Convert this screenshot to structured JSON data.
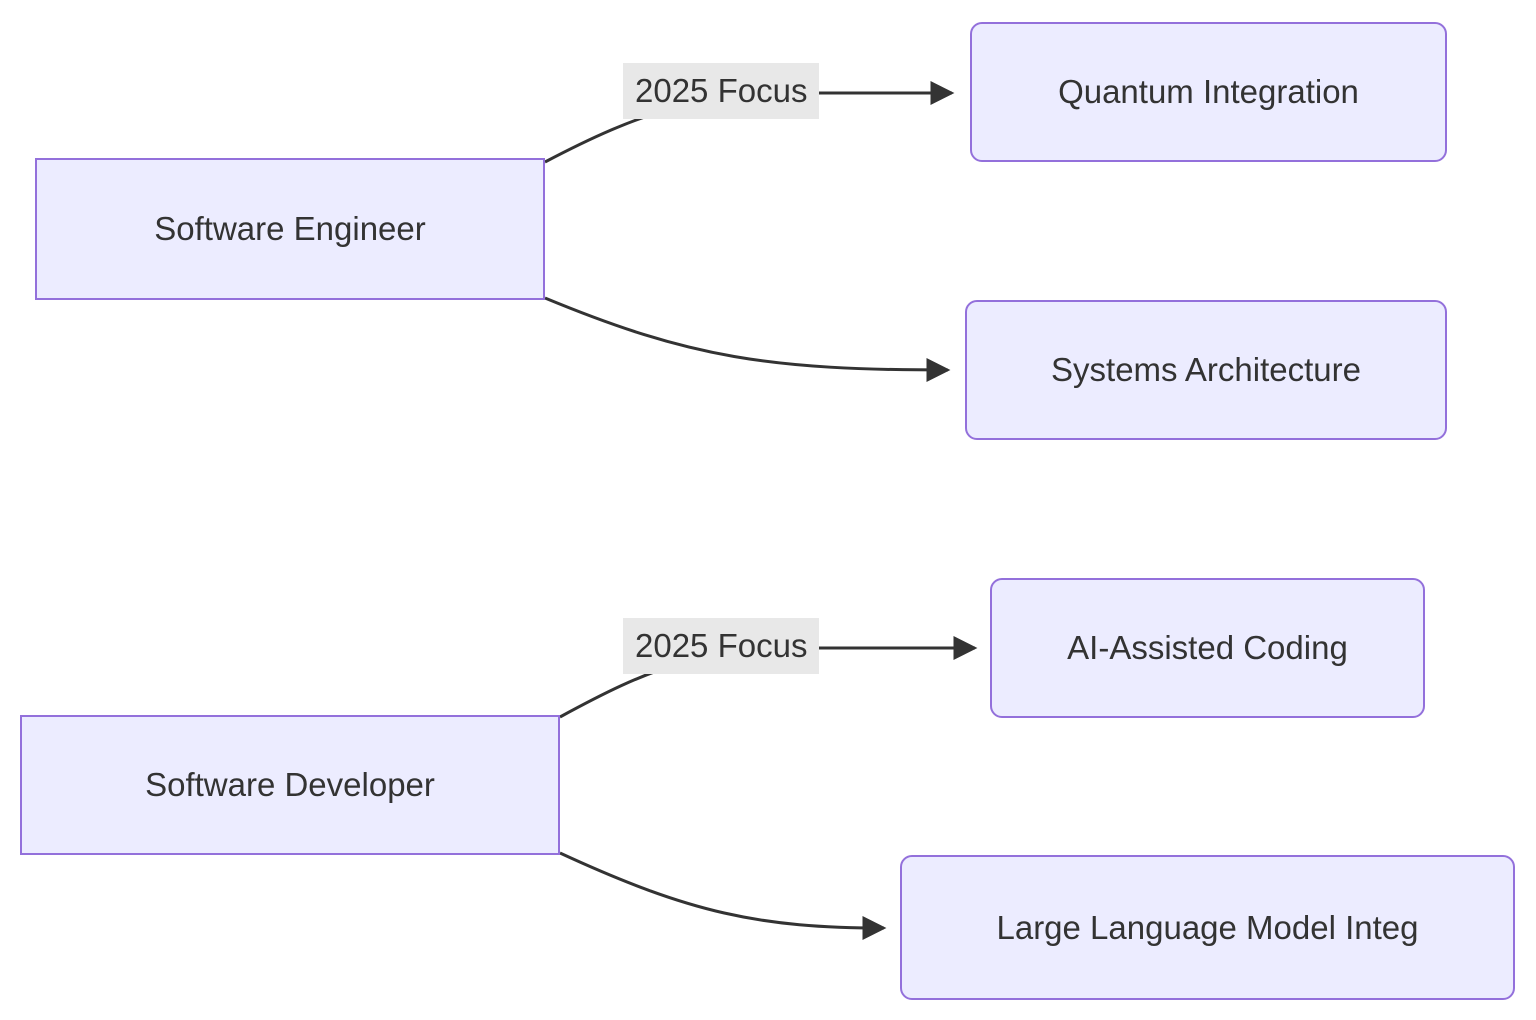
{
  "diagram": {
    "type": "flowchart",
    "direction": "left-to-right",
    "nodes": {
      "software_engineer": {
        "label": "Software Engineer",
        "shape": "rectangle"
      },
      "quantum_integration": {
        "label": "Quantum Integration",
        "shape": "rounded"
      },
      "systems_architecture": {
        "label": "Systems Architecture",
        "shape": "rounded"
      },
      "software_developer": {
        "label": "Software Developer",
        "shape": "rectangle"
      },
      "ai_assisted_coding": {
        "label": "AI-Assisted Coding",
        "shape": "rounded"
      },
      "llm_integration": {
        "label": "Large Language Model Integ",
        "shape": "rounded"
      }
    },
    "edges": [
      {
        "from": "software_engineer",
        "to": "quantum_integration",
        "label": "2025 Focus"
      },
      {
        "from": "software_engineer",
        "to": "systems_architecture",
        "label": ""
      },
      {
        "from": "software_developer",
        "to": "ai_assisted_coding",
        "label": "2025 Focus"
      },
      {
        "from": "software_developer",
        "to": "llm_integration",
        "label": ""
      }
    ],
    "colors": {
      "node_fill": "#ECECFF",
      "node_border": "#9370DB",
      "edge_stroke": "#333333",
      "edge_label_bg": "#e8e8e8",
      "text": "#333333",
      "background": "#ffffff"
    }
  }
}
